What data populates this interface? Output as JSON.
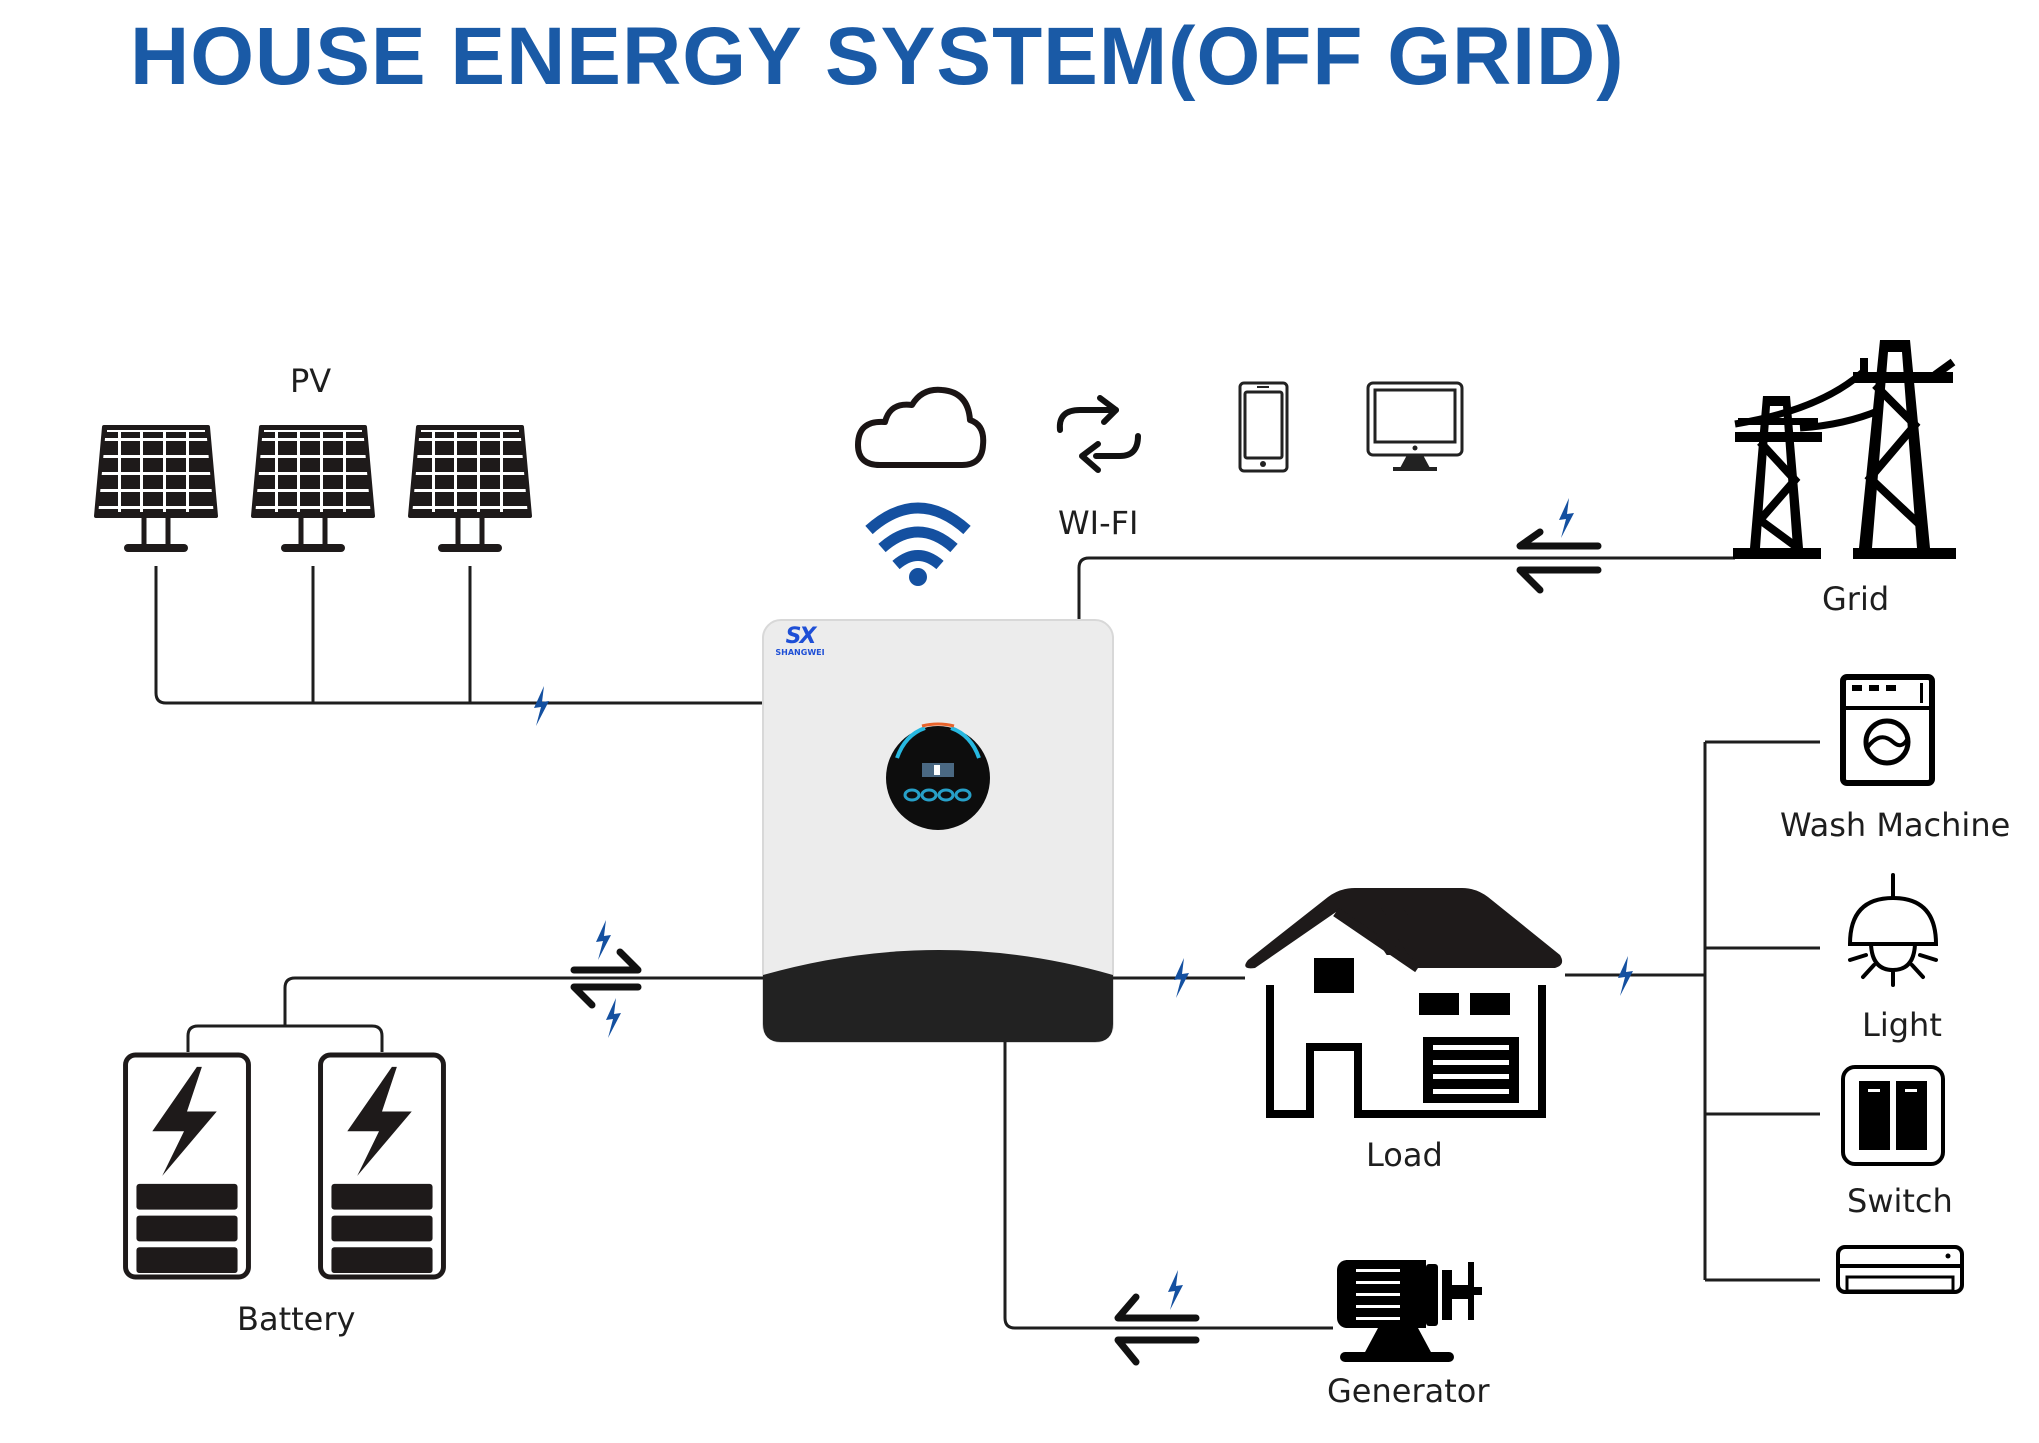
{
  "title": "HOUSE ENERGY SYSTEM(OFF GRID)",
  "colors": {
    "title": "#1a5aa6",
    "accent_bolt": "#1450a0",
    "line": "#1e1e1e",
    "inverter_body": "#ececec",
    "inverter_base": "#222222",
    "display_arc_blue": "#27b8e0",
    "display_arc_orange": "#e8632b"
  },
  "inverter": {
    "brand_mark": "SX",
    "brand_name": "SHANGWEI"
  },
  "nodes": {
    "pv": {
      "label": "PV",
      "panel_count": 3
    },
    "wifi": {
      "label": "WI-FI",
      "icons": [
        "cloud-icon",
        "sync-arrows-icon",
        "smartphone-icon",
        "monitor-icon",
        "wifi-icon"
      ]
    },
    "grid": {
      "label": "Grid"
    },
    "battery": {
      "label": "Battery",
      "unit_count": 2
    },
    "load": {
      "label": "Load"
    },
    "generator": {
      "label": "Generator"
    },
    "appliances": [
      {
        "label": "Wash Machine",
        "icon": "washing-machine-icon"
      },
      {
        "label": "Light",
        "icon": "ceiling-light-icon"
      },
      {
        "label": "Switch",
        "icon": "wall-switch-icon"
      },
      {
        "label": "",
        "icon": "air-conditioner-icon"
      }
    ]
  },
  "connections": [
    {
      "from": "PV",
      "to": "Inverter",
      "flow": "one-way"
    },
    {
      "from": "Grid",
      "to": "Inverter",
      "flow": "one-way"
    },
    {
      "from": "Battery",
      "to": "Inverter",
      "flow": "two-way"
    },
    {
      "from": "Inverter",
      "to": "Load",
      "flow": "one-way"
    },
    {
      "from": "Load",
      "to": "Appliances",
      "flow": "one-way"
    },
    {
      "from": "Generator",
      "to": "Inverter",
      "flow": "one-way"
    }
  ]
}
